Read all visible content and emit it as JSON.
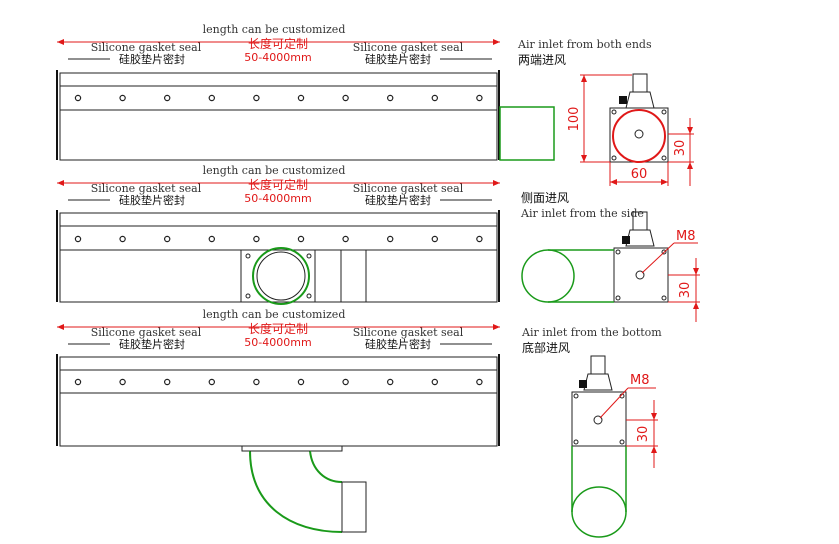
{
  "units": [
    {
      "id": "top",
      "length_en": "length can be customized",
      "length_cn": "长度可定制",
      "range": "50-4000mm",
      "gasket_left_en": "Silicone gasket seal",
      "gasket_left_cn": "硅胶垫片密封",
      "gasket_right_en": "Silicone gasket seal",
      "gasket_right_cn": "硅胶垫片密封"
    },
    {
      "id": "middle",
      "length_en": "length can be customized",
      "length_cn": "长度可定制",
      "range": "50-4000mm",
      "gasket_left_en": "Silicone gasket seal",
      "gasket_left_cn": "硅胶垫片密封",
      "gasket_right_en": "Silicone gasket seal",
      "gasket_right_cn": "硅胶垫片密封"
    },
    {
      "id": "bottom",
      "length_en": "length can be customized",
      "length_cn": "长度可定制",
      "range": "50-4000mm",
      "gasket_left_en": "Silicone gasket seal",
      "gasket_left_cn": "硅胶垫片密封",
      "gasket_right_en": "Silicone gasket seal",
      "gasket_right_cn": "硅胶垫片密封"
    }
  ],
  "views": {
    "both_ends": {
      "title_en": "Air inlet from both ends",
      "title_cn": "两端进风",
      "dim_height": "100",
      "dim_offset": "30",
      "dim_width": "60"
    },
    "side": {
      "title_cn": "侧面进风",
      "title_en": "Air inlet from the side",
      "dim_thread": "M8",
      "dim_offset": "30"
    },
    "bottom": {
      "title_en": "Air inlet from the bottom",
      "title_cn": "底部进风",
      "dim_thread": "M8",
      "dim_offset": "30"
    }
  },
  "colors": {
    "dimension": "#e01818",
    "outline": "#222222",
    "air_inlet": "#1a9a1a"
  }
}
